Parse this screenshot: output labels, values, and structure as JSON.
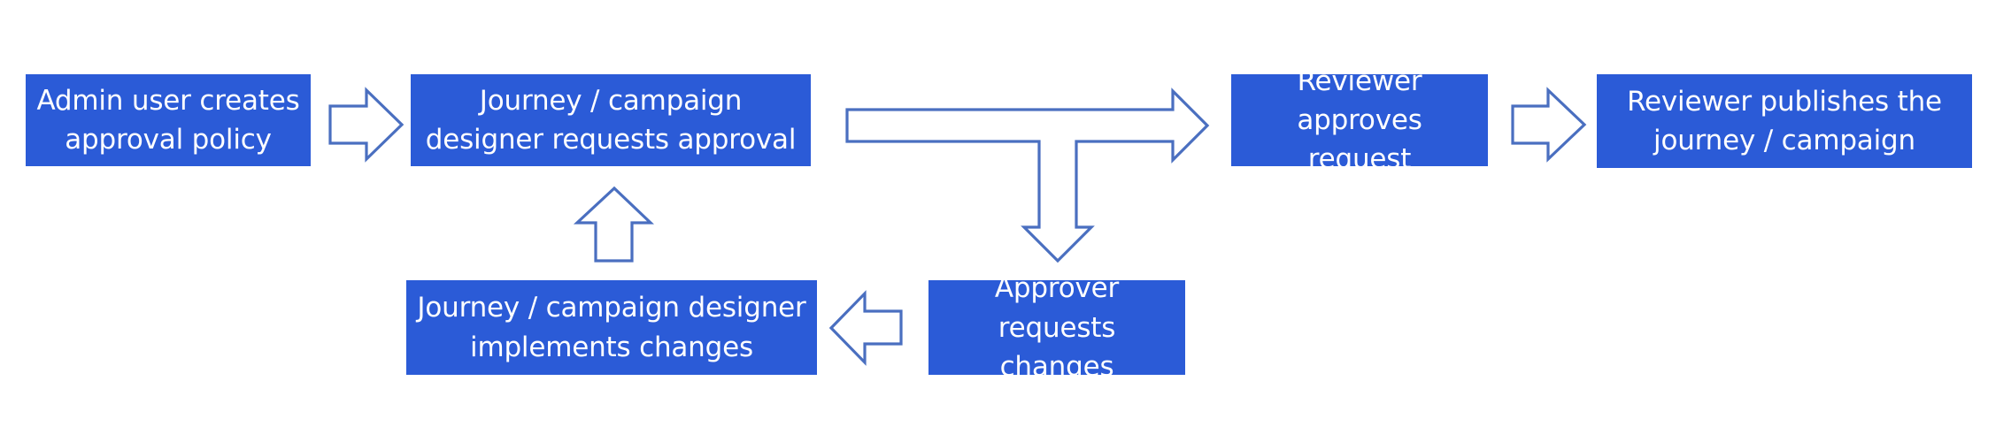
{
  "diagram": {
    "colors": {
      "box_fill": "#2b5bd7",
      "box_text": "#ffffff",
      "arrow_stroke": "#4a6fc0",
      "arrow_fill": "#ffffff"
    },
    "boxes": {
      "admin_creates_policy": "Admin user creates\napproval policy",
      "designer_requests_approval": "Journey / campaign\ndesigner requests approval",
      "reviewer_approves": "Reviewer\napproves request",
      "reviewer_publishes": "Reviewer publishes the\njourney / campaign",
      "designer_implements_changes": "Journey / campaign designer\nimplements changes",
      "approver_requests_changes": "Approver\nrequests changes"
    }
  }
}
